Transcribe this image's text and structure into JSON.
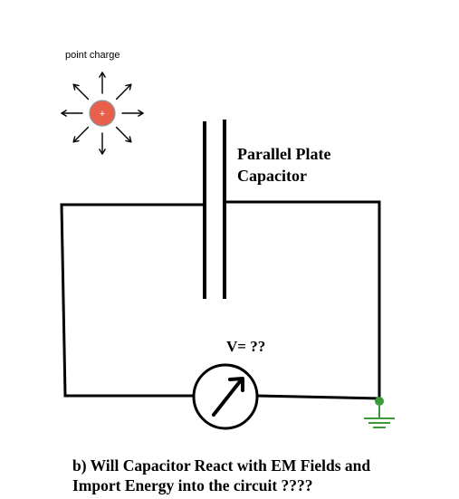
{
  "point_charge": {
    "label": "point charge",
    "sign": "+",
    "fill_color": "#e8604c",
    "arrows": [
      "up",
      "up-right",
      "right",
      "down-right",
      "down",
      "down-left",
      "left",
      "up-left"
    ]
  },
  "capacitor": {
    "label_line1": "Parallel Plate",
    "label_line2": "Capacitor"
  },
  "meter": {
    "label": "V= ??",
    "icon": "voltmeter-icon"
  },
  "ground": {
    "icon": "ground-icon",
    "color": "#3a9a3a"
  },
  "question": {
    "line1": "b)  Will Capacitor React with EM Fields and",
    "line2": "Import Energy into the circuit ????"
  }
}
